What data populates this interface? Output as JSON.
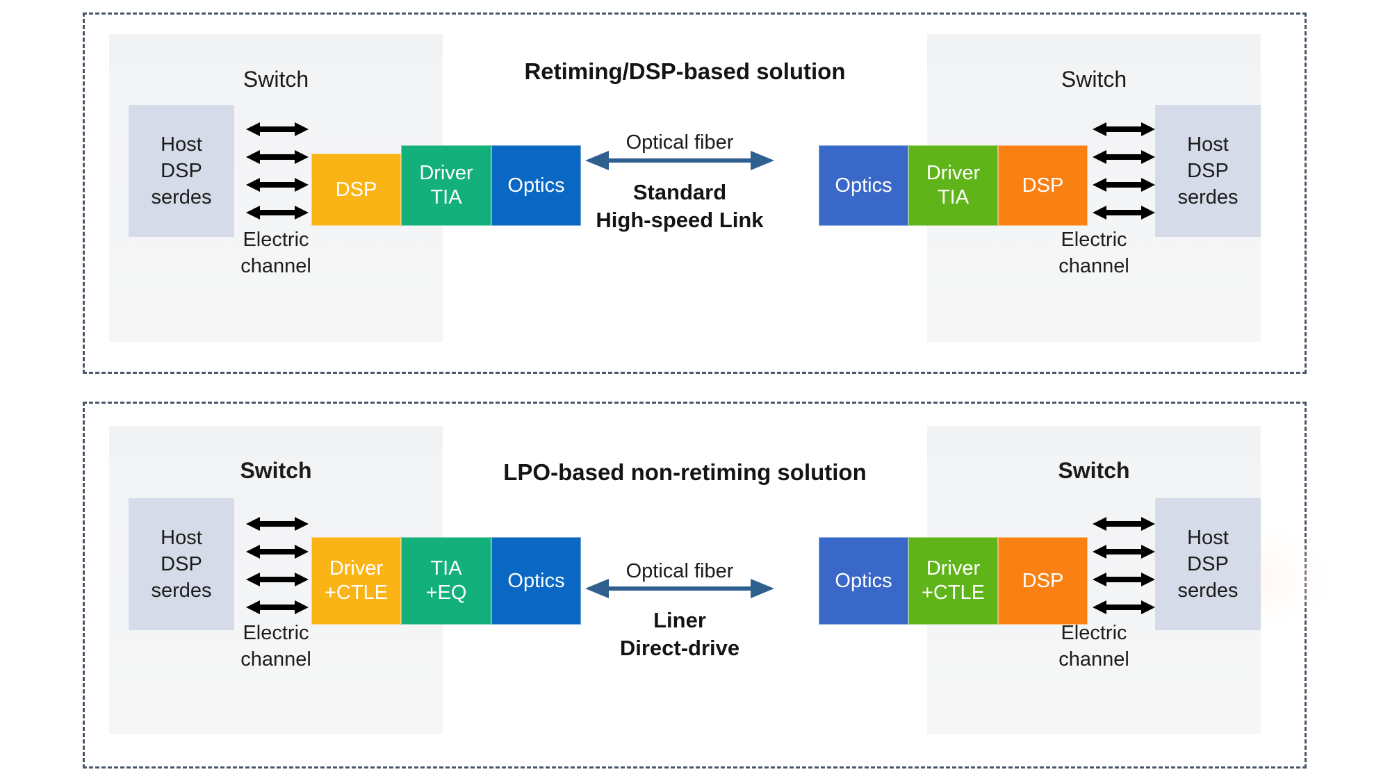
{
  "panels": [
    {
      "id": "retiming",
      "title": "Retiming/DSP-based solution",
      "switch_left_label": "Switch",
      "switch_right_label": "Switch",
      "title_bold": true,
      "switch_label_bold": false,
      "left_host": [
        "Host",
        "DSP",
        "serdes"
      ],
      "right_host": [
        "Host",
        "DSP",
        "serdes"
      ],
      "electric_channel": [
        "Electric",
        "channel"
      ],
      "left_chips": [
        {
          "label": [
            "DSP"
          ],
          "color": "#fab416"
        },
        {
          "label": [
            "Driver",
            "TIA"
          ],
          "color": "#14b07c"
        },
        {
          "label": [
            "Optics"
          ],
          "color": "#0a68c4"
        }
      ],
      "right_chips": [
        {
          "label": [
            "Optics"
          ],
          "color": "#3a68c8"
        },
        {
          "label": [
            "Driver",
            "TIA"
          ],
          "color": "#5fb41a"
        },
        {
          "label": [
            "DSP"
          ],
          "color": "#f98012"
        }
      ],
      "fiber_label": "Optical fiber",
      "link_label": [
        "Standard",
        "High-speed Link"
      ],
      "arrow_color": "#2e5f8f"
    },
    {
      "id": "lpo",
      "title": "LPO-based non-retiming solution",
      "switch_left_label": "Switch",
      "switch_right_label": "Switch",
      "title_bold": true,
      "switch_label_bold": true,
      "left_host": [
        "Host",
        "DSP",
        "serdes"
      ],
      "right_host": [
        "Host",
        "DSP",
        "serdes"
      ],
      "electric_channel": [
        "Electric",
        "channel"
      ],
      "left_chips": [
        {
          "label": [
            "Driver",
            "+CTLE"
          ],
          "color": "#fab416"
        },
        {
          "label": [
            "TIA",
            "+EQ"
          ],
          "color": "#14b07c"
        },
        {
          "label": [
            "Optics"
          ],
          "color": "#0a68c4"
        }
      ],
      "right_chips": [
        {
          "label": [
            "Optics"
          ],
          "color": "#3a68c8"
        },
        {
          "label": [
            "Driver",
            "+CTLE"
          ],
          "color": "#5fb41a"
        },
        {
          "label": [
            "DSP"
          ],
          "color": "#f98012"
        }
      ],
      "fiber_label": "Optical fiber",
      "link_label": [
        "Liner",
        "Direct-drive"
      ],
      "arrow_color": "#2e5f8f"
    }
  ],
  "colors": {
    "dashed_border": "#4a5568",
    "switch_card_bg": "#f3f4f6",
    "host_box_bg": "#d5dbe8",
    "serdes_arrow": "#000000",
    "fiber_arrow": "#2e5f8f",
    "text": "#1b1b1b"
  },
  "serdes_arrow_count": 4
}
